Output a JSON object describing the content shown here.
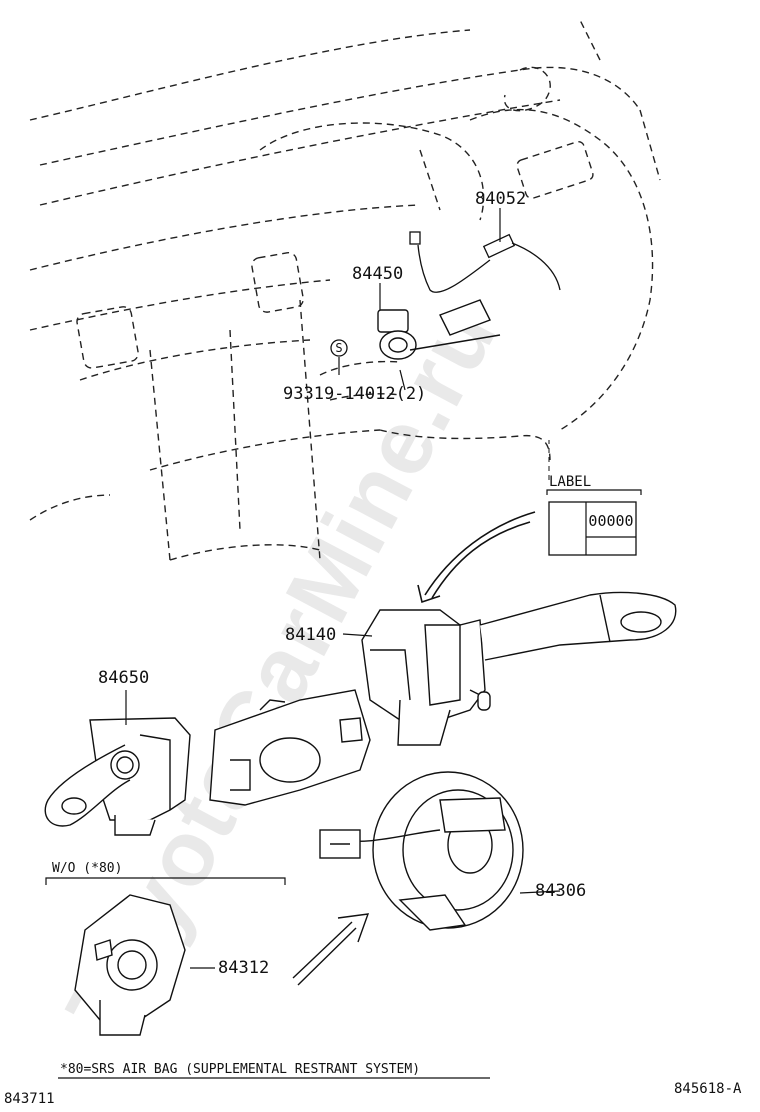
{
  "watermark": "ToyotaCarMine.ru",
  "label_box": {
    "title": "LABEL",
    "code": "00000"
  },
  "parts": [
    {
      "id": "p84052",
      "number": "84052"
    },
    {
      "id": "p84450",
      "number": "84450"
    },
    {
      "id": "p93319",
      "number": "93319-14012(2)"
    },
    {
      "id": "p84140",
      "number": "84140"
    },
    {
      "id": "p84650",
      "number": "84650"
    },
    {
      "id": "p84306",
      "number": "84306"
    },
    {
      "id": "p84312",
      "number": "84312"
    }
  ],
  "screw_symbol": "S",
  "variant_note": "W/O (*80)",
  "footnote": "*80=SRS AIR BAG (SUPPLEMENTAL RESTRANT SYSTEM)",
  "left_code": "843711",
  "right_code": "845618-A"
}
